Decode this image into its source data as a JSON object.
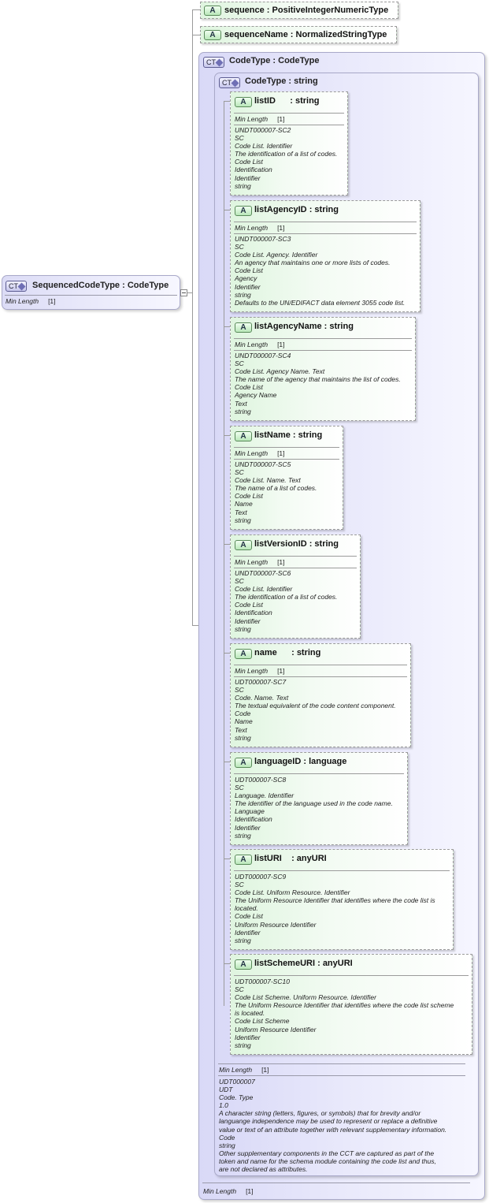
{
  "root": {
    "badge": "CT",
    "name": "SequencedCodeType",
    "type": "CodeType",
    "facet_label": "Min Length",
    "facet_value": "[1]"
  },
  "attributes_top": [
    {
      "badge": "A",
      "name": "sequence",
      "type": "PositiveIntegerNumericType"
    },
    {
      "badge": "A",
      "name": "sequenceName",
      "type": "NormalizedStringType"
    }
  ],
  "outer": {
    "badge": "CT",
    "name": "CodeType",
    "type": "CodeType",
    "facet_label": "Min Length",
    "facet_value": "[1]"
  },
  "inner": {
    "badge": "CT",
    "name": "CodeType",
    "type": "string",
    "facet_label": "Min Length",
    "facet_value": "[1]",
    "notes": [
      "UDT000007",
      "UDT",
      "Code. Type",
      "1.0",
      "A character string (letters, figures, or symbols) that for brevity and/or",
      "languange independence may be used to represent or replace a definitive",
      "value or text of an attribute together with relevant supplementary information.",
      "Code",
      "string",
      "Other supplementary components in the CCT are captured as part of the",
      "token and name for the schema module containing the code list and thus,",
      "are not declared as attributes."
    ]
  },
  "attributes": [
    {
      "badge": "A",
      "name": "listID",
      "type": "string",
      "facet_label": "Min Length",
      "facet_value": "[1]",
      "notes": [
        "UNDT000007-SC2",
        "SC",
        "Code List. Identifier",
        "The identification of a list of codes.",
        "Code List",
        "Identification",
        "Identifier",
        "string"
      ]
    },
    {
      "badge": "A",
      "name": "listAgencyID",
      "type": "string",
      "facet_label": "Min Length",
      "facet_value": "[1]",
      "notes": [
        "UNDT000007-SC3",
        "SC",
        "Code List. Agency. Identifier",
        "An agency that maintains one or more lists of codes.",
        "Code List",
        "Agency",
        "Identifier",
        "string",
        "Defaults to the UN/EDIFACT data element 3055 code list."
      ]
    },
    {
      "badge": "A",
      "name": "listAgencyName",
      "type": "string",
      "facet_label": "Min Length",
      "facet_value": "[1]",
      "notes": [
        "UNDT000007-SC4",
        "SC",
        "Code List. Agency Name. Text",
        "The name of the agency that maintains the list of codes.",
        "Code List",
        "Agency Name",
        "Text",
        "string"
      ]
    },
    {
      "badge": "A",
      "name": "listName",
      "type": "string",
      "facet_label": "Min Length",
      "facet_value": "[1]",
      "notes": [
        "UNDT000007-SC5",
        "SC",
        "Code List. Name. Text",
        "The name of a list of codes.",
        "Code List",
        "Name",
        "Text",
        "string"
      ]
    },
    {
      "badge": "A",
      "name": "listVersionID",
      "type": "string",
      "facet_label": "Min Length",
      "facet_value": "[1]",
      "notes": [
        "UNDT000007-SC6",
        "SC",
        "Code List. Identifier",
        "The identification of a list of codes.",
        "Code List",
        "Identification",
        "Identifier",
        "string"
      ]
    },
    {
      "badge": "A",
      "name": "name",
      "type": "string",
      "facet_label": "Min Length",
      "facet_value": "[1]",
      "notes": [
        "UDT000007-SC7",
        "SC",
        "Code. Name. Text",
        "The textual equivalent of the code content component.",
        "Code",
        "Name",
        "Text",
        "string"
      ]
    },
    {
      "badge": "A",
      "name": "languageID",
      "type": "language",
      "facet_label": "",
      "facet_value": "",
      "notes": [
        "UDT000007-SC8",
        "SC",
        "Language. Identifier",
        "The identifier of the language used in the code name.",
        "Language",
        "Identification",
        "Identifier",
        "string"
      ]
    },
    {
      "badge": "A",
      "name": "listURI",
      "type": "anyURI",
      "facet_label": "",
      "facet_value": "",
      "notes": [
        "UDT000007-SC9",
        "SC",
        "Code List. Uniform Resource. Identifier",
        "The Uniform Resource Identifier that identifies where the code list is",
        "located.",
        "Code List",
        "Uniform Resource Identifier",
        "Identifier",
        "string"
      ]
    },
    {
      "badge": "A",
      "name": "listSchemeURI",
      "type": "anyURI",
      "facet_label": "",
      "facet_value": "",
      "notes": [
        "UDT000007-SC10",
        "SC",
        "Code List Scheme. Uniform Resource. Identifier",
        "The Uniform Resource Identifier that identifies where the code list scheme",
        "is located.",
        "Code List Scheme",
        "Uniform Resource Identifier",
        "Identifier",
        "string"
      ]
    }
  ]
}
